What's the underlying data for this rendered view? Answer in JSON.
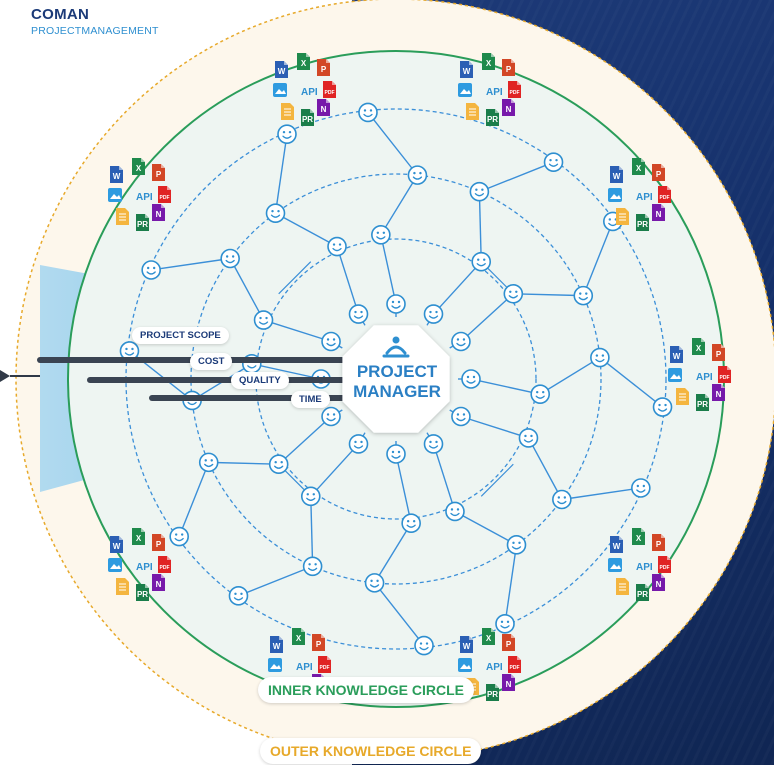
{
  "brand": {
    "name": "COMAN",
    "subtitle": "PROJECTMANAGEMENT"
  },
  "center": {
    "line1": "PROJECT",
    "line2": "MANAGER",
    "icon": "meditation-person-icon"
  },
  "constraints": {
    "scope": "PROJECT SCOPE",
    "cost": "COST",
    "quality": "QUALITY",
    "time": "TIME"
  },
  "circles": {
    "inner": "INNER KNOWLEDGE CIRCLE",
    "outer": "OUTER KNOWLEDGE CIRCLE"
  },
  "cluster_api_label": "API",
  "cluster_icons": [
    "word-file-icon",
    "excel-file-icon",
    "powerpoint-file-icon",
    "pdf-file-icon",
    "onenote-file-icon",
    "image-file-icon",
    "document-file-icon",
    "project-file-icon"
  ],
  "cluster_file_letters": {
    "word": "W",
    "excel": "X",
    "powerpoint": "P",
    "pdf": "PDF",
    "onenote": "N",
    "project": "PR"
  },
  "node_icon": "smiley-person-icon",
  "colors": {
    "navy": "#1b3a78",
    "accent_blue": "#2e8fd0",
    "inner_circle_green": "#2a9d5a",
    "outer_circle_orange": "#e7a92a",
    "word": "#2b5fb4",
    "excel": "#1f8a4c",
    "powerpoint": "#d24726",
    "pdf": "#e02424",
    "onenote": "#7719aa",
    "image": "#2e9be0",
    "document": "#f4b53f",
    "project": "#1a7d4a"
  }
}
